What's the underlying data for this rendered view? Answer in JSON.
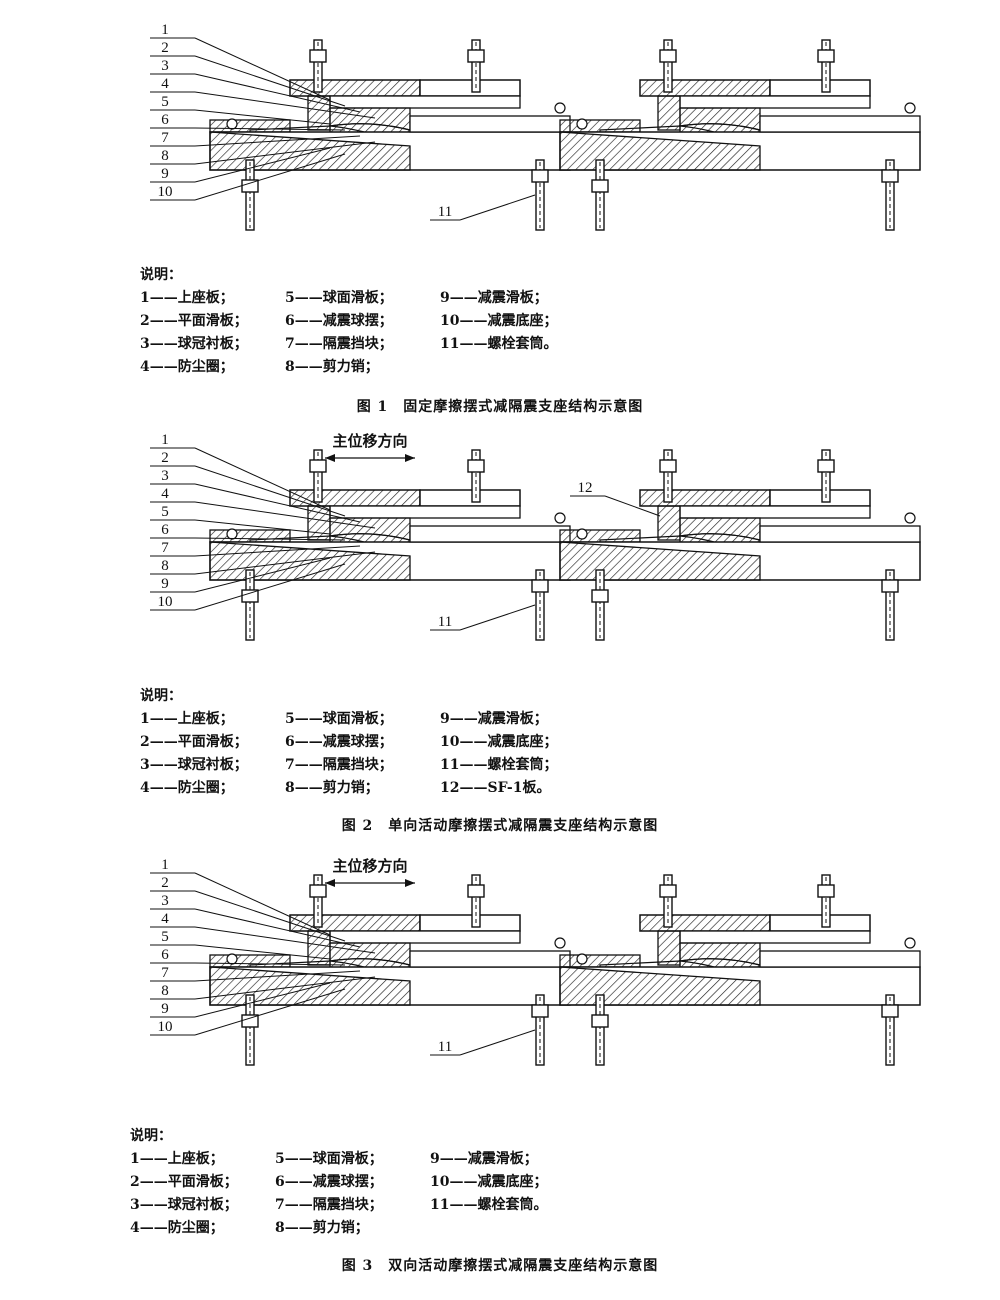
{
  "figures": [
    {
      "direction_label": "",
      "callouts": [
        "1",
        "2",
        "3",
        "4",
        "5",
        "6",
        "7",
        "8",
        "9",
        "10",
        "11"
      ],
      "right_callout": "",
      "legend_title": "说明：",
      "legend_rows": [
        [
          "1——上座板；",
          "5——球面滑板；",
          "9——减震滑板；"
        ],
        [
          "2——平面滑板；",
          "6——减震球摆；",
          "10——减震底座；"
        ],
        [
          "3——球冠衬板；",
          "7——隔震挡块；",
          "11——螺栓套筒。"
        ],
        [
          "4——防尘圈；",
          "8——剪力销；",
          ""
        ]
      ],
      "caption": "图 1　固定摩擦摆式减隔震支座结构示意图"
    },
    {
      "direction_label": "主位移方向",
      "callouts": [
        "1",
        "2",
        "3",
        "4",
        "5",
        "6",
        "7",
        "8",
        "9",
        "10",
        "11"
      ],
      "right_callout": "12",
      "legend_title": "说明：",
      "legend_rows": [
        [
          "1——上座板；",
          "5——球面滑板；",
          "9——减震滑板；"
        ],
        [
          "2——平面滑板；",
          "6——减震球摆；",
          "10——减震底座；"
        ],
        [
          "3——球冠衬板；",
          "7——隔震挡块；",
          "11——螺栓套筒；"
        ],
        [
          "4——防尘圈；",
          "8——剪力销；",
          "12——SF-1板。"
        ]
      ],
      "caption": "图 2　单向活动摩擦摆式减隔震支座结构示意图"
    },
    {
      "direction_label": "主位移方向",
      "callouts": [
        "1",
        "2",
        "3",
        "4",
        "5",
        "6",
        "7",
        "8",
        "9",
        "10",
        "11"
      ],
      "right_callout": "",
      "legend_title": "说明：",
      "legend_rows": [
        [
          "1——上座板；",
          "5——球面滑板；",
          "9——减震滑板；"
        ],
        [
          "2——平面滑板；",
          "6——减震球摆；",
          "10——减震底座；"
        ],
        [
          "3——球冠衬板；",
          "7——隔震挡块；",
          "11——螺栓套筒。"
        ],
        [
          "4——防尘圈；",
          "8——剪力销；",
          ""
        ]
      ],
      "caption": "图 3　双向活动摩擦摆式减隔震支座结构示意图"
    }
  ]
}
